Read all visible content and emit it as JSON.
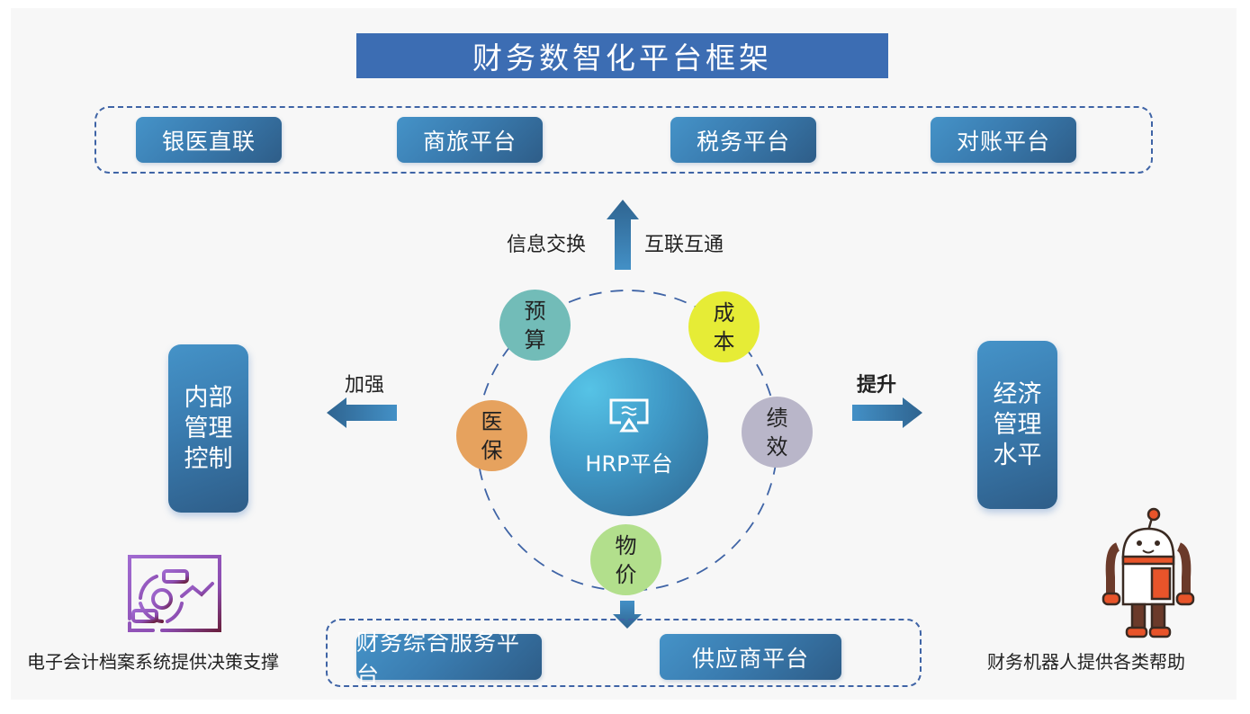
{
  "title": "财务数智化平台框架",
  "top_platforms": [
    "银医直联",
    "商旅平台",
    "税务平台",
    "对账平台"
  ],
  "up_arrow": {
    "left_label": "信息交换",
    "right_label": "互联互通"
  },
  "hub": {
    "icon": "cast-screen-icon",
    "label": "HRP平台"
  },
  "modules": [
    {
      "label": "预算",
      "color": "#72bcb8"
    },
    {
      "label": "成本",
      "color": "#e6ec36"
    },
    {
      "label": "绩效",
      "color": "#b9b6c9"
    },
    {
      "label": "物价",
      "color": "#b2df8c"
    },
    {
      "label": "医保",
      "color": "#e6a25e"
    }
  ],
  "left": {
    "arrow_label": "加强",
    "box_label": "内部管理控制"
  },
  "right": {
    "arrow_label": "提升",
    "box_label": "经济管理水平"
  },
  "bottom_platforms": [
    "财务综合服务平台",
    "供应商平台"
  ],
  "captions": {
    "left": "电子会计档案系统提供决策支撑",
    "right": "财务机器人提供各类帮助"
  },
  "colors": {
    "title_bg": "#3c6db3",
    "dash": "#3f64a6",
    "panel_bg": "#f7f7f7"
  }
}
